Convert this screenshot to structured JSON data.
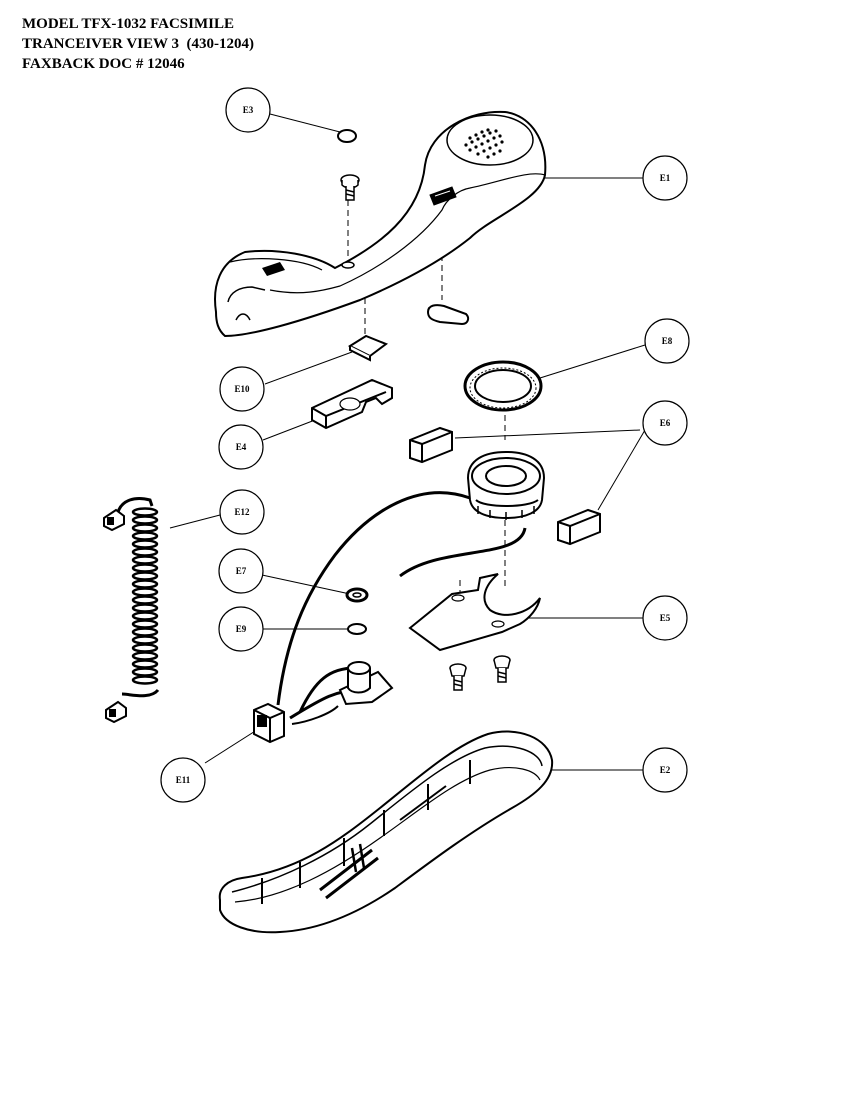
{
  "header": {
    "line1": "MODEL TFX-1032 FACSIMILE",
    "line2": "TRANCEIVER VIEW 3  (430-1204)",
    "line3": "FAXBACK DOC # 12046"
  },
  "callouts": {
    "e1": "E1",
    "e2": "E2",
    "e3": "E3",
    "e4": "E4",
    "e5": "E5",
    "e6": "E6",
    "e7": "E7",
    "e8": "E8",
    "e9": "E9",
    "e10": "E10",
    "e11": "E11",
    "e12": "E12"
  },
  "colors": {
    "ink": "#000000",
    "paper": "#ffffff"
  }
}
